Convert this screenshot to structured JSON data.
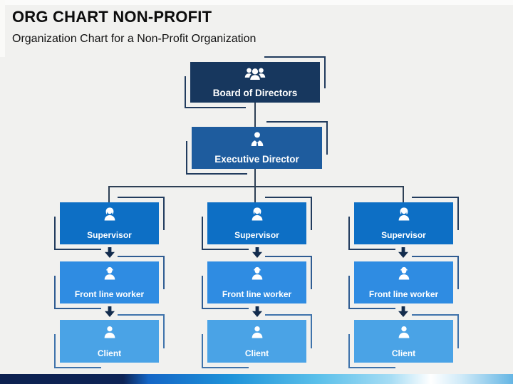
{
  "header": {
    "title": "ORG CHART NON-PROFIT",
    "subtitle": "Organization Chart for a Non-Profit Organization"
  },
  "chart": {
    "root": {
      "label": "Board of Directors",
      "icon": "team-icon"
    },
    "director": {
      "label": "Executive Director",
      "icon": "executive-icon"
    },
    "columns": [
      {
        "supervisor": {
          "label": "Supervisor",
          "icon": "supervisor-icon"
        },
        "worker": {
          "label": "Front line worker",
          "icon": "worker-icon"
        },
        "client": {
          "label": "Client",
          "icon": "client-icon"
        }
      },
      {
        "supervisor": {
          "label": "Supervisor",
          "icon": "supervisor-icon"
        },
        "worker": {
          "label": "Front line worker",
          "icon": "worker-icon"
        },
        "client": {
          "label": "Client",
          "icon": "client-icon"
        }
      },
      {
        "supervisor": {
          "label": "Supervisor",
          "icon": "supervisor-icon"
        },
        "worker": {
          "label": "Front line worker",
          "icon": "worker-icon"
        },
        "client": {
          "label": "Client",
          "icon": "client-icon"
        }
      }
    ]
  },
  "colors": {
    "board_box": "#17375e",
    "executive_box": "#1e5c9e",
    "supervisor_box": "#0d6fc5",
    "worker_box": "#2f8ce2",
    "client_box": "#4aa3e6",
    "connector": "#2e4055",
    "arrow": "#132c4d",
    "bottom_bar_left": "#0d2150",
    "bottom_bar_blue": "#1f93d9",
    "background": "#f1f1ef"
  }
}
